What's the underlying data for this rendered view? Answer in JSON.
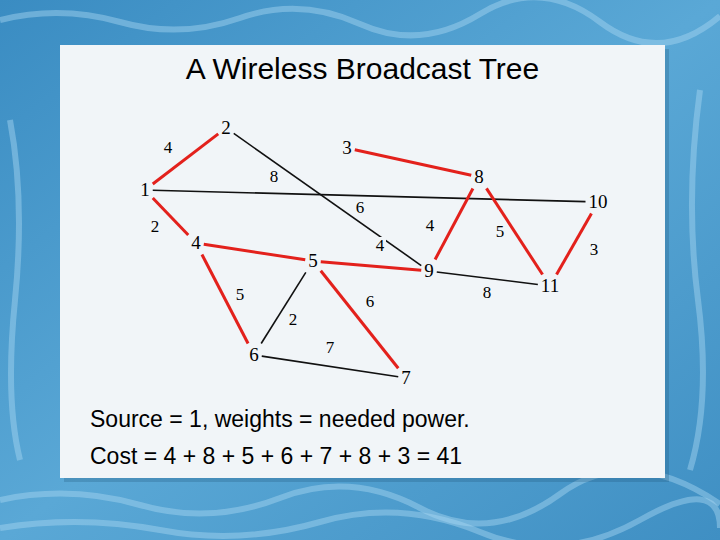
{
  "diagram": {
    "title": "A Wireless Broadcast Tree",
    "caption": "Source = 1, weights = needed power.",
    "nodes": [
      {
        "text": [
          "2"
        ]
      },
      {
        "text": [
          "3"
        ]
      },
      {
        "text": [
          "8"
        ]
      },
      {
        "text": [
          "1"
        ]
      },
      {
        "text": [
          "10"
        ]
      },
      {
        "text": [
          "4"
        ]
      },
      {
        "text": [
          "5"
        ]
      },
      {
        "text": [
          "9"
        ]
      },
      {
        "text": [
          "11"
        ]
      },
      {
        "text": [
          "6"
        ]
      },
      {
        "text": [
          "7"
        ]
      }
    ],
    "edges": [
      {
        "from": 3,
        "to": 0,
        "label": "4",
        "arrow": "none"
      },
      {
        "from": 0,
        "to": 7,
        "label": "8",
        "arrow": "none"
      },
      {
        "from": 3,
        "to": 5,
        "label": "2",
        "arrow": "none"
      },
      {
        "from": 3,
        "to": 4,
        "label": "6",
        "arrow": "none"
      },
      {
        "from": 1,
        "to": 2,
        "arrow": "none"
      },
      {
        "from": 7,
        "to": 2,
        "label": "4",
        "arrow": "none"
      },
      {
        "from": 2,
        "to": 8,
        "label": "5",
        "arrow": "none"
      },
      {
        "from": 4,
        "to": 8,
        "label": "3",
        "arrow": "none"
      },
      {
        "from": 5,
        "to": 6,
        "arrow": "none"
      },
      {
        "from": 5,
        "to": 9,
        "label": "5",
        "arrow": "none"
      },
      {
        "from": 6,
        "to": 7,
        "label": "4",
        "arrow": "none"
      },
      {
        "from": 6,
        "to": 9,
        "label": "2",
        "arrow": "none"
      },
      {
        "from": 6,
        "to": 10,
        "label": "6",
        "arrow": "none"
      },
      {
        "from": 9,
        "to": 10,
        "label": "7",
        "arrow": "none"
      },
      {
        "from": 7,
        "to": 8,
        "label": "8",
        "arrow": "none"
      }
    ],
    "labels": [
      "Cost = 4 + 8 + 5 + 6 + 7 + 8 + 3 = 41"
    ]
  }
}
